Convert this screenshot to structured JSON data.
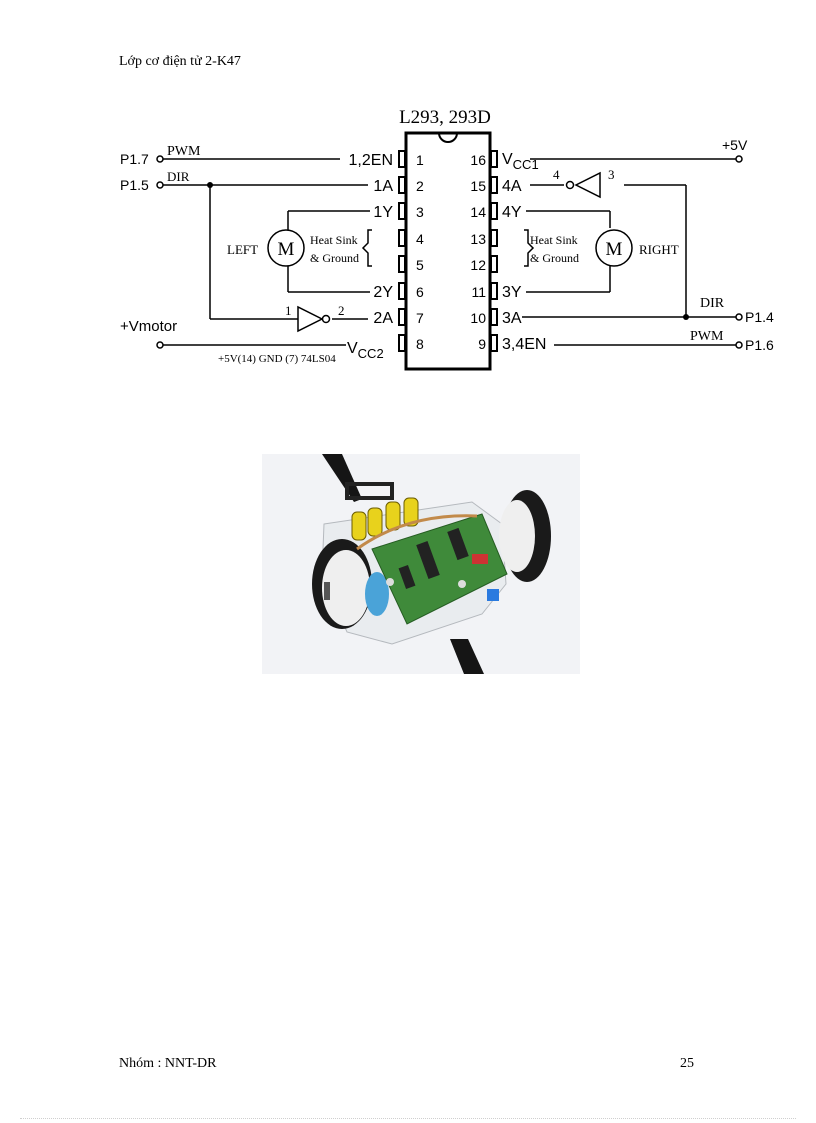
{
  "header": {
    "text": "Lớp cơ điện tử 2-K47"
  },
  "footer": {
    "group": "Nhóm : NNT-DR",
    "page_number": "25"
  },
  "diagram": {
    "chip_title": "L293, 293D",
    "left_pins": [
      {
        "num": "1",
        "name": "1,2EN"
      },
      {
        "num": "2",
        "name": "1A"
      },
      {
        "num": "3",
        "name": "1Y"
      },
      {
        "num": "4",
        "name": ""
      },
      {
        "num": "5",
        "name": ""
      },
      {
        "num": "6",
        "name": "2Y"
      },
      {
        "num": "7",
        "name": "2A"
      },
      {
        "num": "8",
        "name": "V"
      }
    ],
    "right_pins": [
      {
        "num": "16",
        "name": "V"
      },
      {
        "num": "15",
        "name": "4A"
      },
      {
        "num": "14",
        "name": "4Y"
      },
      {
        "num": "13",
        "name": ""
      },
      {
        "num": "12",
        "name": ""
      },
      {
        "num": "11",
        "name": "3Y"
      },
      {
        "num": "10",
        "name": "3A"
      },
      {
        "num": "9",
        "name": "3,4EN"
      }
    ],
    "vcc1_sub": "CC1",
    "vcc2_sub": "CC2",
    "ports": {
      "p17": "P1.7",
      "p15": "P1.5",
      "p14": "P1.4",
      "p16": "P1.6"
    },
    "signals": {
      "pwm_left": "PWM",
      "dir_left": "DIR",
      "dir_right": "DIR",
      "pwm_right": "PWM"
    },
    "supply_5v": "+5V",
    "vmotor": "+Vmotor",
    "ic_note": "+5V(14) GND (7) 74LS04",
    "left_motor": {
      "symbol": "M",
      "label": "LEFT",
      "heat1": "Heat Sink",
      "heat2": "& Ground"
    },
    "right_motor": {
      "symbol": "M",
      "label": "RIGHT",
      "heat1": "Heat Sink",
      "heat2": "& Ground"
    },
    "inverter_left": {
      "in": "1",
      "out": "2"
    },
    "inverter_right": {
      "in": "3",
      "out": "4"
    }
  },
  "photo": {
    "subject": "line-following robot with two white wheels, yellow batteries and green PCB"
  },
  "colors": {
    "pcb_green": "#3f8a3a",
    "battery_yellow": "#e8d21c",
    "wheel_white": "#efefef",
    "tape_black": "#151515",
    "floor": "#f2f3f6"
  }
}
